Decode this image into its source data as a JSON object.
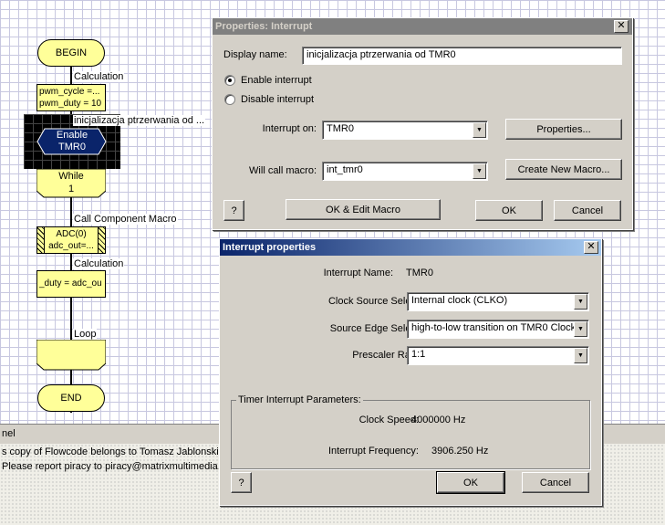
{
  "flowchart": {
    "begin": "BEGIN",
    "calc1_caption": "Calculation",
    "calc1_line1": "pwm_cycle =...",
    "calc1_line2": "pwm_duty = 10",
    "interrupt_caption": "inicjalizacja ptrzerwania od ...",
    "interrupt_line1": "Enable",
    "interrupt_line2": "TMR0",
    "while_line1": "While",
    "while_line2": "1",
    "macro_caption": "Call Component Macro",
    "macro_line1": "ADC(0)",
    "macro_line2": "adc_out=...",
    "calc2_caption": "Calculation",
    "calc2_line1": "_duty = adc_ou",
    "loop_caption": "Loop",
    "end": "END"
  },
  "panel": {
    "title": "nel",
    "line1": "s copy of Flowcode belongs to Tomasz Jablonski",
    "line2": "Please report piracy to piracy@matrixmultimedia.co"
  },
  "props_dialog": {
    "title": "Properties: Interrupt",
    "close": "✕",
    "display_name_label": "Display name:",
    "display_name_value": "inicjalizacja ptrzerwania od TMR0",
    "enable_label": "Enable interrupt",
    "disable_label": "Disable interrupt",
    "interrupt_on_label": "Interrupt on:",
    "interrupt_on_value": "TMR0",
    "properties_button": "Properties...",
    "will_call_label": "Will call macro:",
    "will_call_value": "int_tmr0",
    "create_macro_button": "Create New Macro...",
    "help_button": "?",
    "ok_edit_button": "OK & Edit Macro",
    "ok_button": "OK",
    "cancel_button": "Cancel"
  },
  "int_dialog": {
    "title": "Interrupt properties",
    "close": "✕",
    "name_label": "Interrupt Name:",
    "name_value": "TMR0",
    "clock_source_label": "Clock Source Select",
    "clock_source_value": "Internal clock (CLKO)",
    "source_edge_label": "Source Edge Select",
    "source_edge_value": "high-to-low transition on TMR0 Clock",
    "prescaler_label": "Prescaler Rate",
    "prescaler_value": "1:1",
    "group_label": "Timer Interrupt Parameters:",
    "clock_speed_label": "Clock Speed:",
    "clock_speed_value": "4000000 Hz",
    "frequency_label": "Interrupt Frequency:",
    "frequency_value": "3906.250 Hz",
    "help_button": "?",
    "ok_button": "OK",
    "cancel_button": "Cancel"
  }
}
